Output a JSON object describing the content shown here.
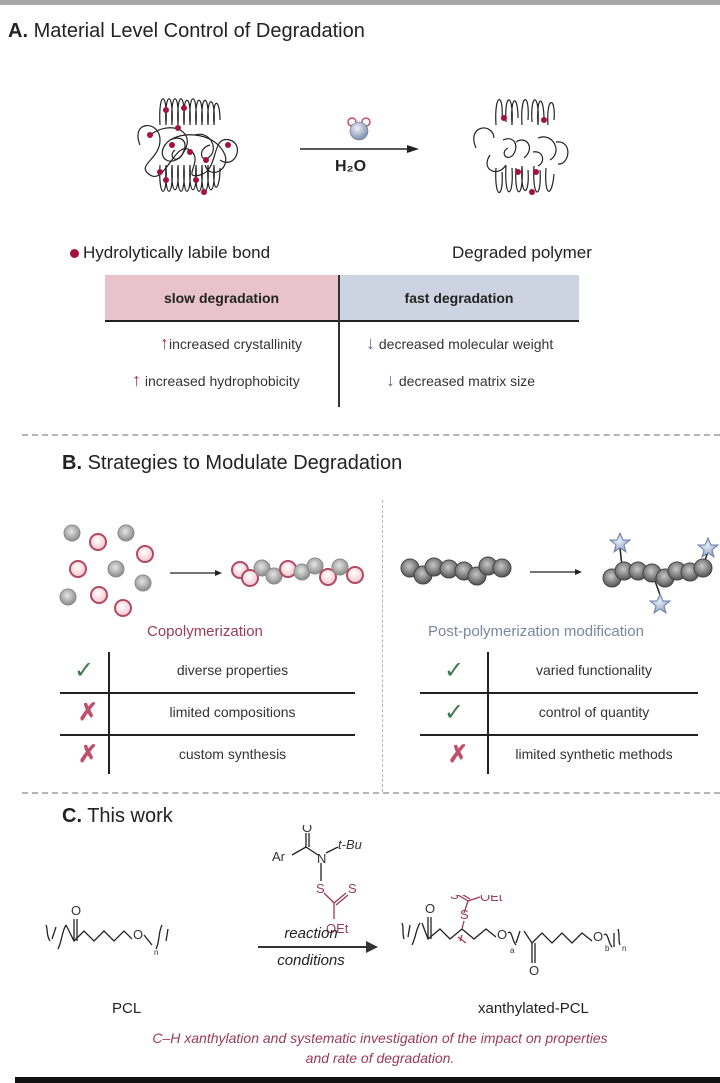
{
  "colors": {
    "labile_bond": "#a3123e",
    "slow_header_bg": "#e8c3cb",
    "fast_header_bg": "#ccd3e1",
    "up_arrow": "#9b3a57",
    "down_arrow": "#5c6f94",
    "copolymer_label": "#9b3a57",
    "postpoly_label": "#7a86a4",
    "check": "#3f7a53",
    "cross": "#c0506a",
    "note": "#9b3a57"
  },
  "panel_a": {
    "letter": "A.",
    "title": "Material Level Control of Degradation",
    "reagent": "H₂O",
    "legend_label": "Hydrolytically labile bond",
    "product_label": "Degraded polymer",
    "table": {
      "slow_header": "slow degradation",
      "fast_header": "fast degradation",
      "slow_items": [
        "increased crystallinity",
        "increased hydrophobicity"
      ],
      "fast_items": [
        "decreased molecular weight",
        "decreased matrix size"
      ]
    }
  },
  "panel_b": {
    "letter": "B.",
    "title": "Strategies to Modulate Degradation",
    "left": {
      "label": "Copolymerization",
      "rows": [
        {
          "icon": "check",
          "text": "diverse properties"
        },
        {
          "icon": "cross",
          "text": "limited compositions"
        },
        {
          "icon": "cross",
          "text": "custom synthesis"
        }
      ]
    },
    "right": {
      "label": "Post-polymerization modification",
      "rows": [
        {
          "icon": "check",
          "text": "varied functionality"
        },
        {
          "icon": "check",
          "text": "control of quantity"
        },
        {
          "icon": "cross",
          "text": "limited synthetic methods"
        }
      ]
    }
  },
  "panel_c": {
    "letter": "C.",
    "title": "This work",
    "reactant_label": "PCL",
    "product_label": "xanthylated-PCL",
    "arrow_top": "reaction",
    "arrow_bottom": "conditions",
    "reagent_atoms": {
      "o": "O",
      "ar": "Ar",
      "n": "N",
      "tbu": "t-Bu",
      "s1": "S",
      "s2": "S",
      "oet": "OEt"
    },
    "pcl_atoms": {
      "o_carbonyl": "O",
      "o_chain": "O",
      "n": "n"
    },
    "product_atoms": {
      "o_top": "O",
      "s_thione": "S",
      "oet": "OEt",
      "s_link": "S",
      "o1": "O",
      "a": "a",
      "o_bottom": "O",
      "o2": "O",
      "b": "b",
      "n": "n"
    },
    "note_line1": "C–H xanthylation and systematic investigation of the impact on properties",
    "note_line2": "and rate of degradation."
  }
}
